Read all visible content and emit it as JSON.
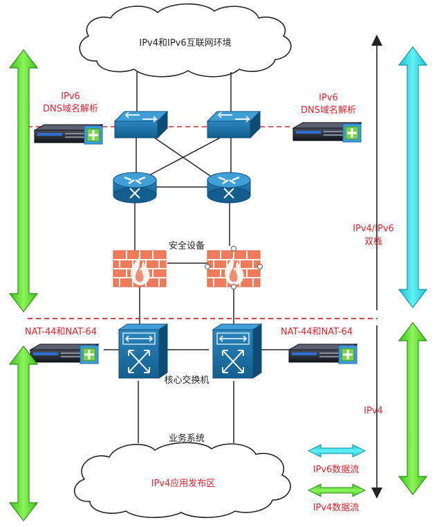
{
  "labels": {
    "internet_cloud": "IPv4和IPv6互联网环境",
    "app_cloud": "IPv4应用发布区",
    "dns_left_line1": "IPv6",
    "dns_left_line2": "DNS域名解析",
    "dns_right_line1": "IPv6",
    "dns_right_line2": "DNS域名解析",
    "security": "安全设备",
    "core_switch": "核心交换机",
    "business": "业务系统",
    "nat_left": "NAT-44和NAT-64",
    "nat_right": "NAT-44和NAT-64",
    "dual_stack_line1": "IPv4/IPv6",
    "dual_stack_line2": "双栈",
    "ipv4_zone": "IPv4",
    "legend_ipv6": "IPv6数据流",
    "legend_ipv4": "IPv4数据流"
  },
  "colors": {
    "label_red": "#e8212b",
    "device_blue": "#1b6fa3",
    "firewall_brick": "#f07a5a",
    "ipv6_arrow": "#3fe3ee",
    "ipv4_arrow": "#6fe640",
    "divider_red": "#d9252f"
  },
  "icons": {
    "switch": "network-switch-icon",
    "router": "router-icon",
    "firewall": "firewall-icon",
    "core_switch": "layer3-switch-icon",
    "server": "rack-server-icon"
  }
}
